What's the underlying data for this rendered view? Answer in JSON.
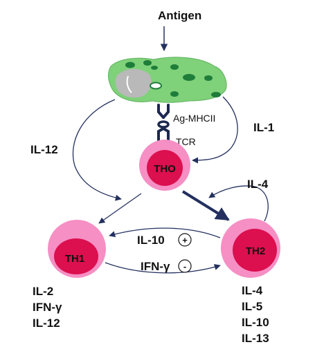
{
  "diagram": {
    "antigen": "Antigen",
    "receptors": {
      "mhc": "Ag-MHCII",
      "tcr": "TCR"
    },
    "cytokines": {
      "il1": "IL-1",
      "il12": "IL-12",
      "il4": "IL-4",
      "il10": "IL-10",
      "ifng": "IFN-γ"
    },
    "signs": {
      "plus": "+",
      "minus": "-"
    },
    "cells": {
      "tho": {
        "label": "THO"
      },
      "th1": {
        "label": "TH1",
        "products": [
          "IL-2",
          "IFN-γ",
          "IL-12"
        ]
      },
      "th2": {
        "label": "TH2",
        "products": [
          "IL-4",
          "IL-5",
          "IL-10",
          "IL-13"
        ]
      }
    },
    "colors": {
      "cell_halo": "#f58fc4",
      "cell_core": "#dc0f4f",
      "apc_body": "#7fd17a",
      "apc_nucleus": "#b9b9b9",
      "apc_granule": "#1f7d3a",
      "receptor": "#1c2850",
      "arrow": "#23305e"
    }
  }
}
